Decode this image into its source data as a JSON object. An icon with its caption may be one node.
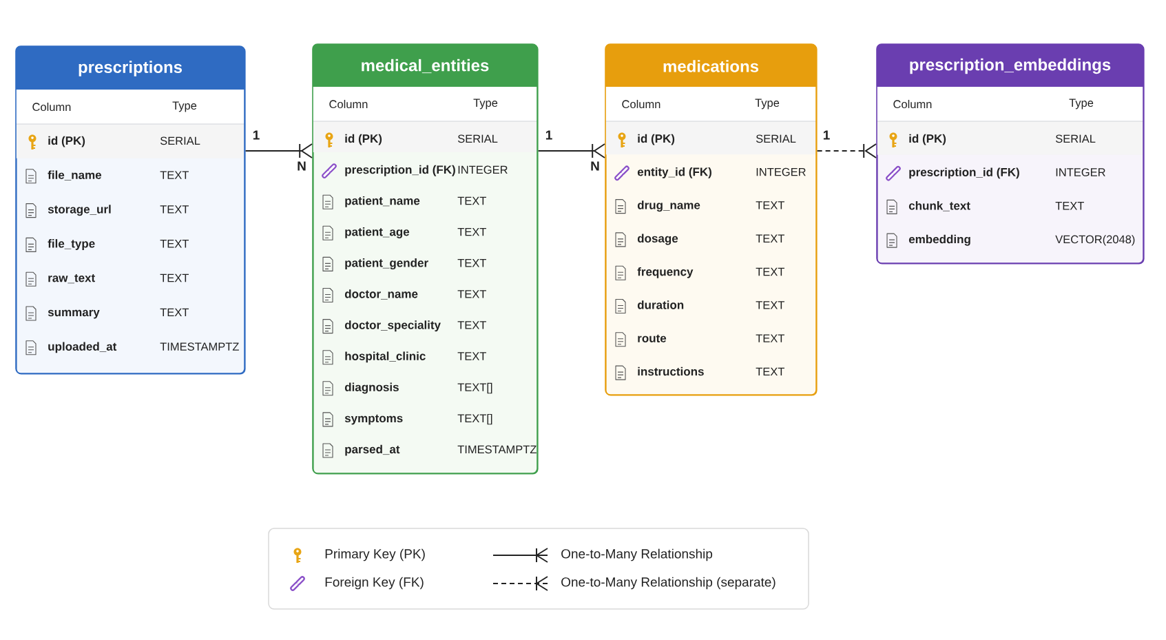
{
  "diagram": {
    "nodes": [
      {
        "text": [
          "prescriptions",
          "Column",
          "Type",
          "id (PK)",
          "SERIAL",
          "file_name",
          "TEXT",
          "storage_url",
          "TEXT",
          "file_type",
          "TEXT",
          "raw_text",
          "TEXT",
          "summary",
          "TEXT",
          "uploaded_at",
          "TIMESTAMPTZ"
        ]
      },
      {
        "text": [
          "medical_entities",
          "Column",
          "Type",
          "id (PK)",
          "SERIAL",
          "prescription_id (FK)",
          "INTEGER",
          "patient_name",
          "TEXT",
          "patient_age",
          "TEXT",
          "patient_gender",
          "TEXT",
          "doctor_name",
          "TEXT",
          "doctor_speciality",
          "TEXT",
          "hospital_clinic",
          "TEXT",
          "diagnosis",
          "TEXT[]",
          "symptoms",
          "TEXT[]",
          "parsed_at",
          "TIMESTAMPTZ"
        ]
      },
      {
        "text": [
          "medications",
          "Column",
          "Type",
          "id (PK)",
          "SERIAL",
          "entity_id (FK)",
          "INTEGER",
          "drug_name",
          "TEXT",
          "dosage",
          "TEXT",
          "frequency",
          "TEXT",
          "duration",
          "TEXT",
          "route",
          "TEXT",
          "instructions",
          "TEXT"
        ]
      },
      {
        "text": [
          "prescription_embeddings",
          "Column",
          "Type",
          "id (PK)",
          "SERIAL",
          "prescription_id (FK)",
          "INTEGER",
          "chunk_text",
          "TEXT",
          "embedding",
          "VECTOR(2048)"
        ]
      }
    ],
    "edges": [
      {
        "from": 0,
        "to": 1,
        "arrow": "other"
      },
      {
        "from": 1,
        "to": 2,
        "arrow": "other"
      },
      {
        "from": 2,
        "to": 3,
        "arrow": "other",
        "style": "dashed"
      }
    ],
    "labels": [
      "1",
      "N",
      "1",
      "N",
      "1"
    ],
    "legend": [
      {
        "text": "Primary Key (PK)"
      },
      {
        "text": "Foreign Key (FK)"
      },
      {
        "text": "One-to-Many Relationship"
      },
      {
        "text": "One-to-Many Relationship (separate)"
      }
    ]
  }
}
